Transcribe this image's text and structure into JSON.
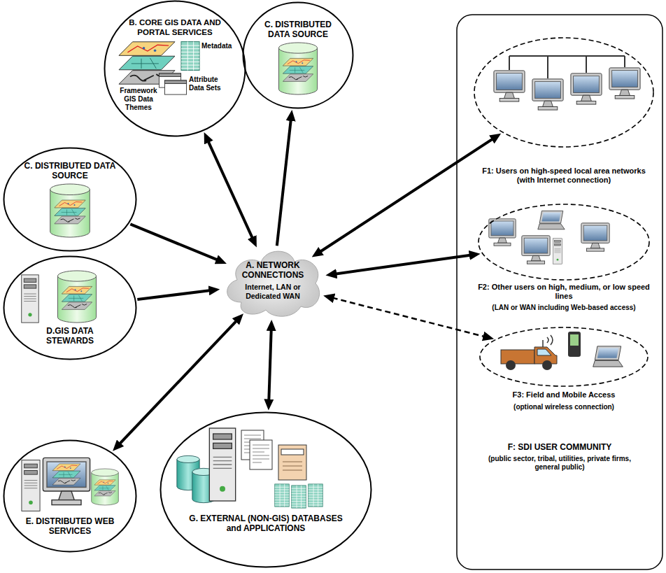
{
  "diagram": {
    "nodes": [
      {
        "text": [
          "B. CORE GIS DATA AND PORTAL SERVICES",
          "Metadata",
          "Framework GIS Data Themes",
          "Attribute Data Sets"
        ]
      },
      {
        "text": [
          "C. DISTRIBUTED DATA SOURCE"
        ]
      },
      {
        "text": [
          "C. DISTRIBUTED DATA SOURCE"
        ]
      },
      {
        "text": [
          "A. NETWORK CONNECTIONS",
          "Internet, LAN or Dedicated WAN"
        ]
      },
      {
        "text": [
          "D.GIS DATA STEWARDS"
        ]
      },
      {
        "text": [
          "E. DISTRIBUTED WEB SERVICES"
        ]
      },
      {
        "text": [
          "G. EXTERNAL (NON-GIS) DATABASES and APPLICATIONS"
        ]
      },
      {
        "text": [
          "F: SDI USER COMMUNITY",
          "(public sector, tribal, utilities, private firms, general public)"
        ]
      },
      {
        "text": [
          "F1: Users on high-speed local area networks (with Internet connection)"
        ],
        "in": 7
      },
      {
        "text": [
          "F2: Other users on high, medium, or low speed lines",
          "(LAN or WAN including Web-based access)"
        ],
        "in": 7
      },
      {
        "text": [
          "F3: Field and Mobile Access",
          "(optional wireless connection)"
        ],
        "in": 7
      }
    ],
    "edges": [
      {
        "from": 0,
        "to": 3,
        "arrow": "both"
      },
      {
        "from": 3,
        "to": 1,
        "arrow": "to"
      },
      {
        "from": 2,
        "to": 3,
        "arrow": "to"
      },
      {
        "from": 4,
        "to": 3,
        "arrow": "to"
      },
      {
        "from": 3,
        "to": 5,
        "arrow": "both"
      },
      {
        "from": 6,
        "to": 3,
        "arrow": "both"
      },
      {
        "from": 3,
        "to": 8,
        "arrow": "both"
      },
      {
        "from": 3,
        "to": 9,
        "arrow": "both"
      },
      {
        "from": 3,
        "to": 10,
        "arrow": "both"
      }
    ]
  }
}
